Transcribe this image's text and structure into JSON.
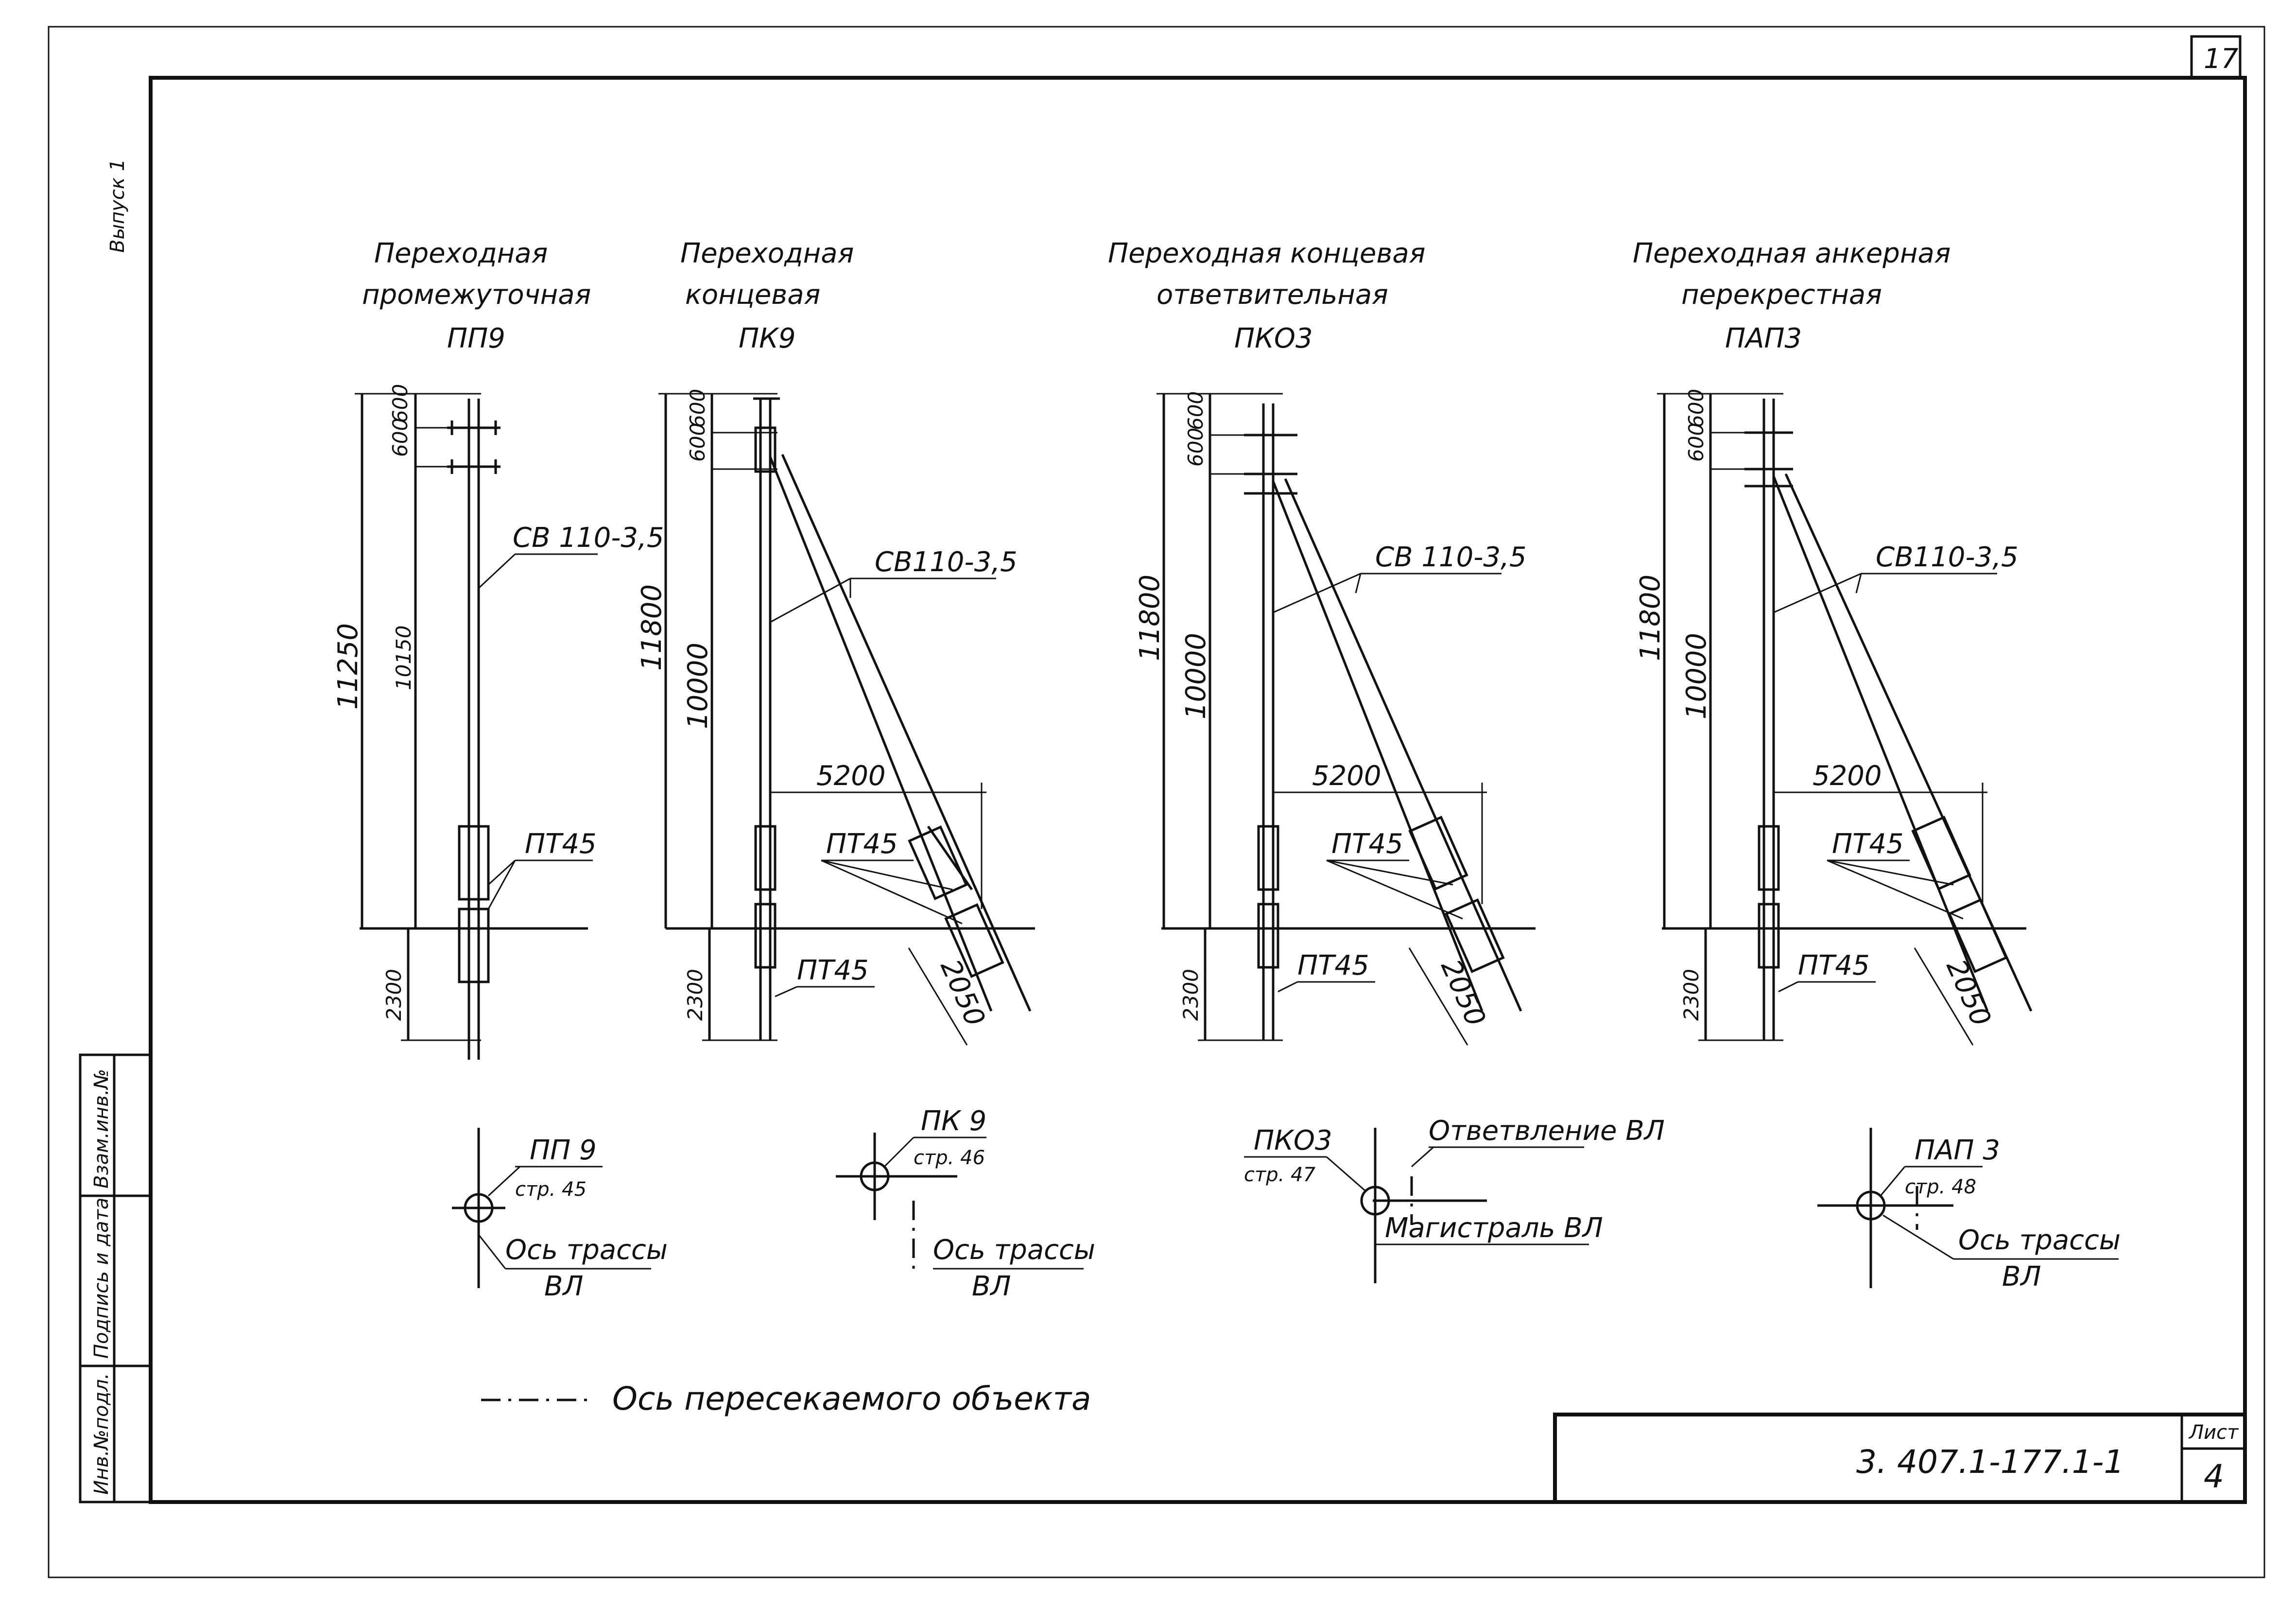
{
  "sheet": {
    "page_number": "17",
    "volume": "Выпуск 1",
    "doc_code": "3. 407.1-177.1-1",
    "sheet_label": "Лист",
    "sheet_number": "4",
    "stamp": [
      "Инв.№подл.",
      "Подпись и дата",
      "Взам.инв.№"
    ]
  },
  "supports": [
    {
      "title": [
        "Переходная",
        "промежуточная",
        "ПП9"
      ],
      "dims": {
        "total": "11250",
        "pole": "10150",
        "top": "600",
        "top2": "600",
        "ground": "2300"
      },
      "labels": {
        "rack": "СВ 110-3,5",
        "clamp": "ПТ45"
      },
      "plan": {
        "code": "ПП 9",
        "page": "стр. 45",
        "axis1": "Ось трассы",
        "axis2": "ВЛ"
      }
    },
    {
      "title": [
        "Переходная",
        "концевая",
        "ПК9"
      ],
      "dims": {
        "total": "11800",
        "pole": "10000",
        "top": "600",
        "top2": "600",
        "ground": "2300",
        "span": "5200",
        "brace": "2050"
      },
      "labels": {
        "rack": "СВ110-3,5",
        "clamp": "ПТ45",
        "clamp_ground": "ПТ45"
      },
      "plan": {
        "code": "ПК 9",
        "page": "стр. 46",
        "axis1": "Ось трассы",
        "axis2": "ВЛ"
      }
    },
    {
      "title": [
        "Переходная концевая",
        "ответвительная",
        "ПКО3"
      ],
      "dims": {
        "total": "11800",
        "pole": "10000",
        "top": "600",
        "top2": "600",
        "ground": "2300",
        "span": "5200",
        "brace": "2050"
      },
      "labels": {
        "rack": "СВ 110-3,5",
        "clamp": "ПТ45",
        "clamp_ground": "ПТ45"
      },
      "plan": {
        "code": "ПКО3",
        "page": "стр. 47",
        "branch": "Ответвление ВЛ",
        "main": "Магистраль ВЛ"
      }
    },
    {
      "title": [
        "Переходная анкерная",
        "перекрестная",
        "ПАП3"
      ],
      "dims": {
        "total": "11800",
        "pole": "10000",
        "top": "600",
        "top2": "600",
        "ground": "2300",
        "span": "5200",
        "brace": "2050"
      },
      "labels": {
        "rack": "СВ110-3,5",
        "clamp": "ПТ45",
        "clamp_ground": "ПТ45"
      },
      "plan": {
        "code": "ПАП 3",
        "page": "стр. 48",
        "axis1": "Ось трассы",
        "axis2": "ВЛ"
      }
    }
  ],
  "legend": {
    "text": "Ось пересекаемого объекта"
  }
}
